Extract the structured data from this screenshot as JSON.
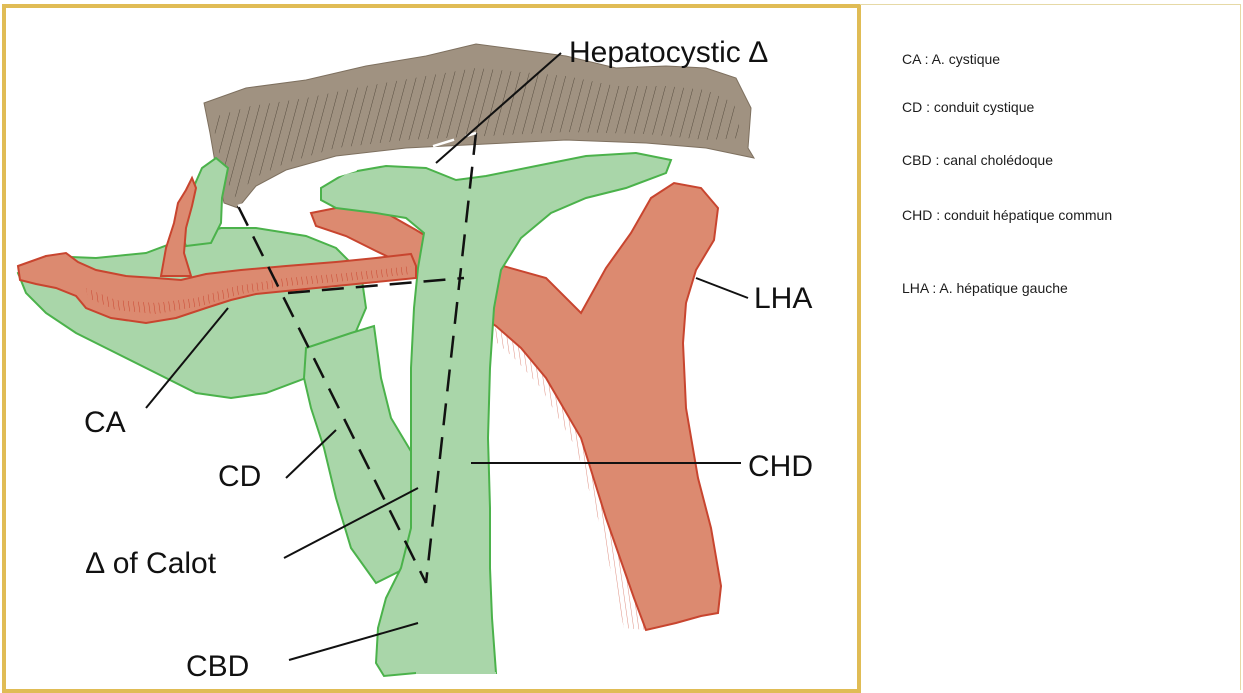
{
  "diagram": {
    "labels": {
      "hepatocystic": "Hepatocystic ∆",
      "lha": "LHA",
      "ca": "CA",
      "cd": "CD",
      "chd": "CHD",
      "calot": "∆ of Calot",
      "cbd": "CBD"
    },
    "colors": {
      "liver": "#a09281",
      "duct_fill": "#a9d6a9",
      "duct_stroke": "#4bb24b",
      "artery_fill": "#dc8a70",
      "artery_stroke": "#c8452f",
      "frame": "#e0bc55"
    }
  },
  "legend": {
    "items": [
      {
        "text": "CA : A. cystique"
      },
      {
        "text": "CD : conduit cystique"
      },
      {
        "text": "CBD : canal cholédoque"
      },
      {
        "text": "CHD : conduit hépatique commun"
      },
      {
        "text": "LHA : A. hépatique gauche"
      }
    ]
  }
}
